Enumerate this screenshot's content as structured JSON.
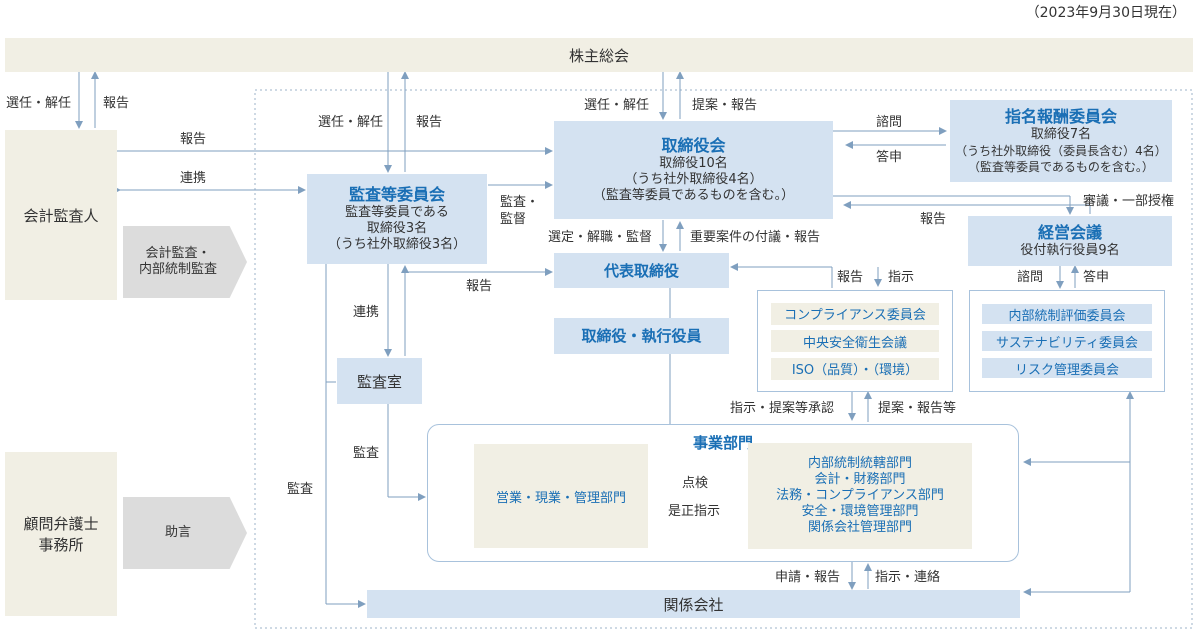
{
  "date_note": "（2023年9月30日現在）",
  "nodes": {
    "shareholders": "株主総会",
    "auditor": "会計監査人",
    "audit_note": [
      "会計監査・",
      "内部統制監査"
    ],
    "lawyer": [
      "顧問弁護士",
      "事務所"
    ],
    "advice": "助言",
    "audit_committee": {
      "title": "監査等委員会",
      "lines": [
        "監査等委員である",
        "取締役3名",
        "（うち社外取締役3名）"
      ]
    },
    "board": {
      "title": "取締役会",
      "lines": [
        "取締役10名",
        "（うち社外取締役4名）",
        "（監査等委員であるものを含む。）"
      ]
    },
    "nomination": {
      "title": "指名報酬委員会",
      "lines": [
        "取締役7名",
        "（うち社外取締役（委員長含む）4名）",
        "（監査等委員であるものを含む。）"
      ]
    },
    "management": {
      "title": "経営会議",
      "lines": [
        "役付執行役員9名"
      ]
    },
    "president": "代表取締役",
    "executives": "取締役・執行役員",
    "audit_office": "監査室",
    "compliance_items": [
      "コンプライアンス委員会",
      "中央安全衛生会議",
      "ISO（品質）・（環境）"
    ],
    "committee_items": [
      "内部統制評価委員会",
      "サステナビリティ委員会",
      "リスク管理委員会"
    ],
    "business": "事業部門",
    "sales": "営業・現業・管理部門",
    "internal_depts": [
      "内部統制統轄部門",
      "会計・財務部門",
      "法務・コンプライアンス部門",
      "安全・環境管理部門",
      "関係会社管理部門"
    ],
    "affiliates": "関係会社"
  },
  "labels": {
    "sel1": "選任・解任",
    "rep1": "報告",
    "sel2": "選任・解任",
    "rep2": "報告",
    "sel3": "選任・解任",
    "prop": "提案・報告",
    "rep_board": "報告",
    "renkei1": "連携",
    "kansa_kantoku": [
      "監査・",
      "監督"
    ],
    "shimon": "諮問",
    "toushin": "答申",
    "shingi": "審議・一部授権",
    "rep_mgmt": "報告",
    "sentei": "選定・解職・監督",
    "juyou": "重要案件の付議・報告",
    "rep_pres": "報告",
    "renkei2": "連携",
    "rep3": "報告",
    "shiji": "指示",
    "shimon2": "諮問",
    "toushin2": "答申",
    "kansa1": "監査",
    "kansa2": "監査",
    "shiji_teian": "指示・提案等承認",
    "teian_rep": "提案・報告等",
    "tenken": "点検",
    "zesei": "是正指示",
    "shinsei": "申請・報告",
    "shiji_renraku": "指示・連絡"
  },
  "colors": {
    "accent": "#1a6fb5",
    "line": "#7f9fbf",
    "box_blue": "#d4e2f1",
    "box_beige": "#f1efe4",
    "box_gray": "#dcdcdc"
  }
}
